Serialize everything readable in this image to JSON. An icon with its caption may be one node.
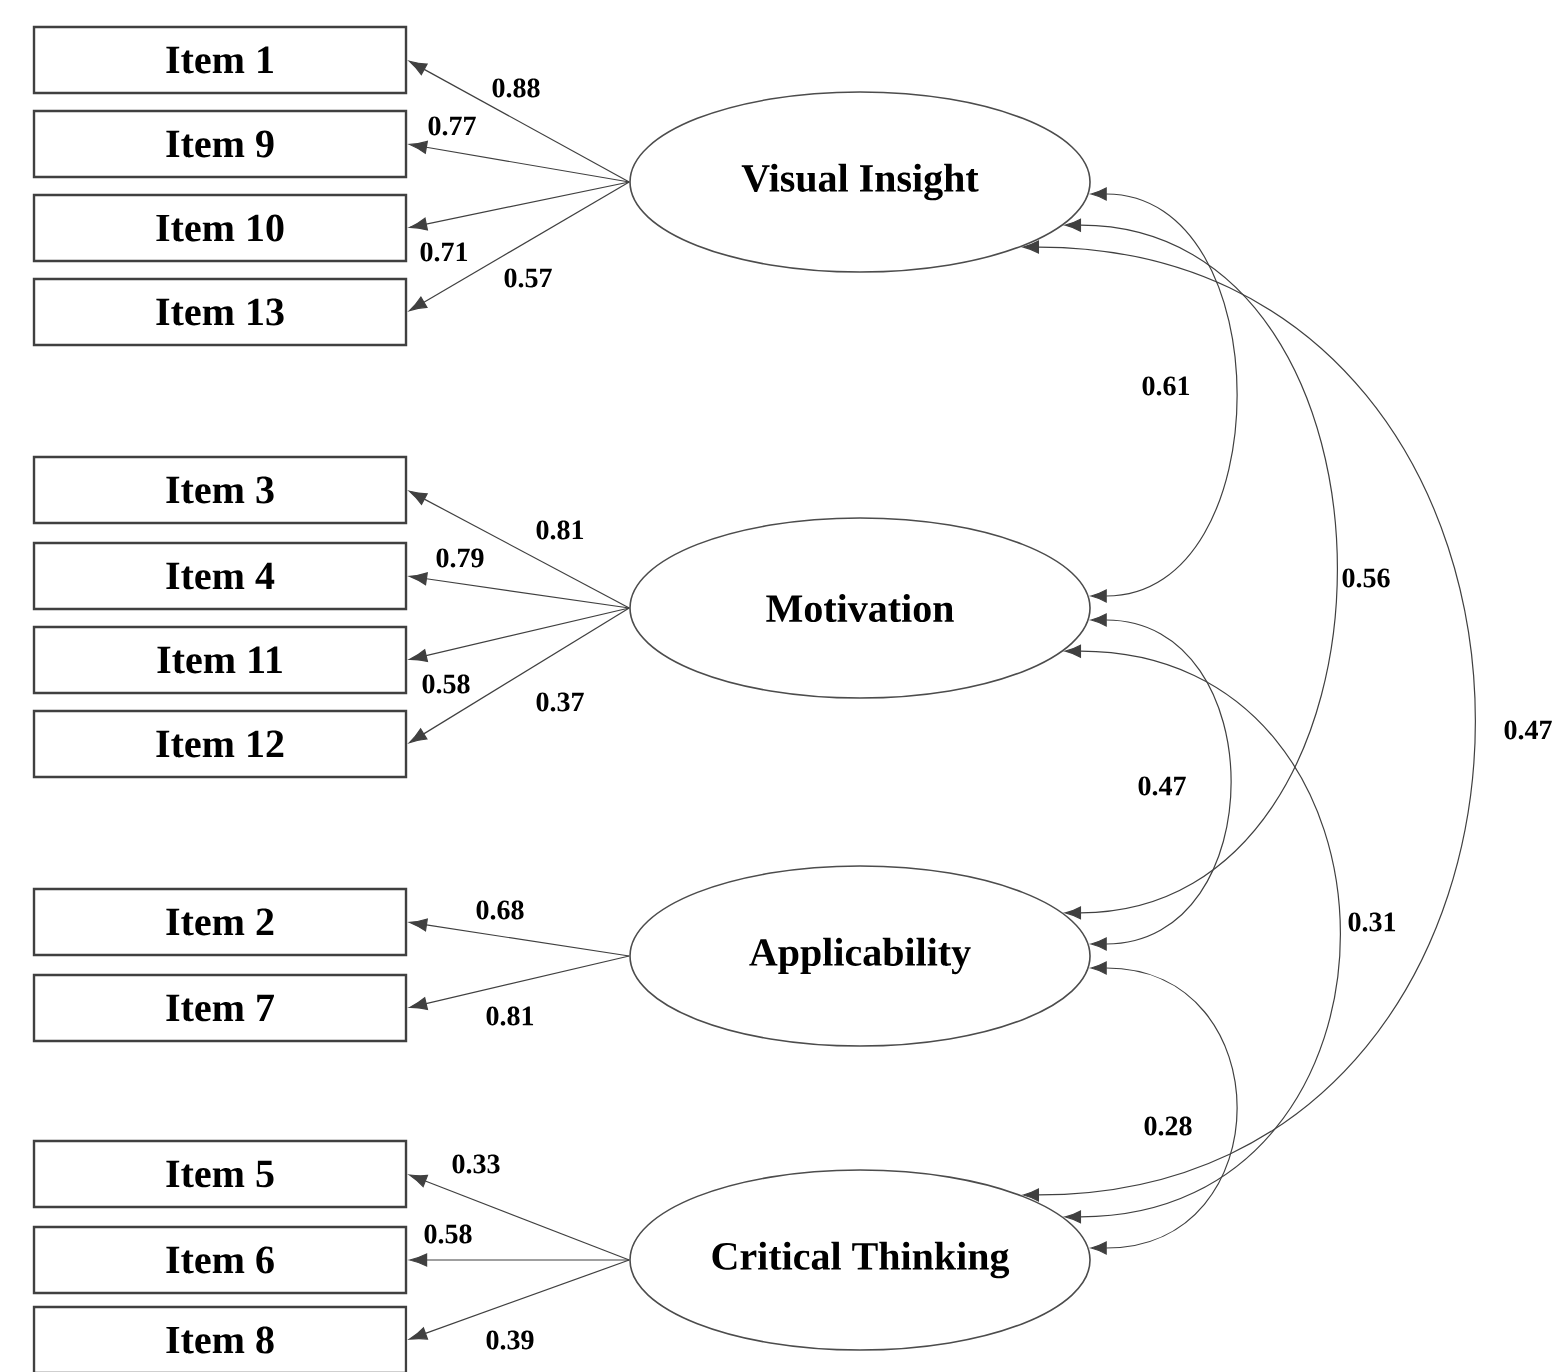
{
  "diagram": {
    "nodes": [
      {
        "text": [
          "Item 1"
        ]
      },
      {
        "text": [
          "Item 9"
        ]
      },
      {
        "text": [
          "Item 10"
        ]
      },
      {
        "text": [
          "Item 13"
        ]
      },
      {
        "text": [
          "Visual Insight"
        ]
      },
      {
        "text": [
          "Item 3"
        ]
      },
      {
        "text": [
          "Item 4"
        ]
      },
      {
        "text": [
          "Item 11"
        ]
      },
      {
        "text": [
          "Item 12"
        ]
      },
      {
        "text": [
          "Motivation"
        ]
      },
      {
        "text": [
          "Item 2"
        ]
      },
      {
        "text": [
          "Item 7"
        ]
      },
      {
        "text": [
          "Applicability"
        ]
      },
      {
        "text": [
          "Item 5"
        ]
      },
      {
        "text": [
          "Item 6"
        ]
      },
      {
        "text": [
          "Item 8"
        ]
      },
      {
        "text": [
          "Critical Thinking"
        ]
      }
    ],
    "edges": [
      {
        "from": 4,
        "to": 0,
        "arrow": "to",
        "label": "0.88"
      },
      {
        "from": 4,
        "to": 1,
        "arrow": "to",
        "label": "0.77"
      },
      {
        "from": 4,
        "to": 2,
        "arrow": "to",
        "label": "0.71"
      },
      {
        "from": 4,
        "to": 3,
        "arrow": "to",
        "label": "0.57"
      },
      {
        "from": 9,
        "to": 5,
        "arrow": "to",
        "label": "0.81"
      },
      {
        "from": 9,
        "to": 6,
        "arrow": "to",
        "label": "0.79"
      },
      {
        "from": 9,
        "to": 7,
        "arrow": "to",
        "label": "0.58"
      },
      {
        "from": 9,
        "to": 8,
        "arrow": "to",
        "label": "0.37"
      },
      {
        "from": 12,
        "to": 10,
        "arrow": "to",
        "label": "0.68"
      },
      {
        "from": 12,
        "to": 11,
        "arrow": "to",
        "label": "0.81"
      },
      {
        "from": 16,
        "to": 13,
        "arrow": "to",
        "label": "0.33"
      },
      {
        "from": 16,
        "to": 14,
        "arrow": "to",
        "label": "0.58"
      },
      {
        "from": 16,
        "to": 15,
        "arrow": "to",
        "label": "0.39"
      },
      {
        "from": 4,
        "to": 9,
        "arrow": "both",
        "label": "0.61"
      },
      {
        "from": 4,
        "to": 12,
        "arrow": "both",
        "label": "0.56"
      },
      {
        "from": 4,
        "to": 16,
        "arrow": "both",
        "label": "0.47"
      },
      {
        "from": 9,
        "to": 12,
        "arrow": "both",
        "label": "0.47"
      },
      {
        "from": 9,
        "to": 16,
        "arrow": "both",
        "label": "0.31"
      },
      {
        "from": 12,
        "to": 16,
        "arrow": "both",
        "label": "0.28"
      }
    ]
  }
}
